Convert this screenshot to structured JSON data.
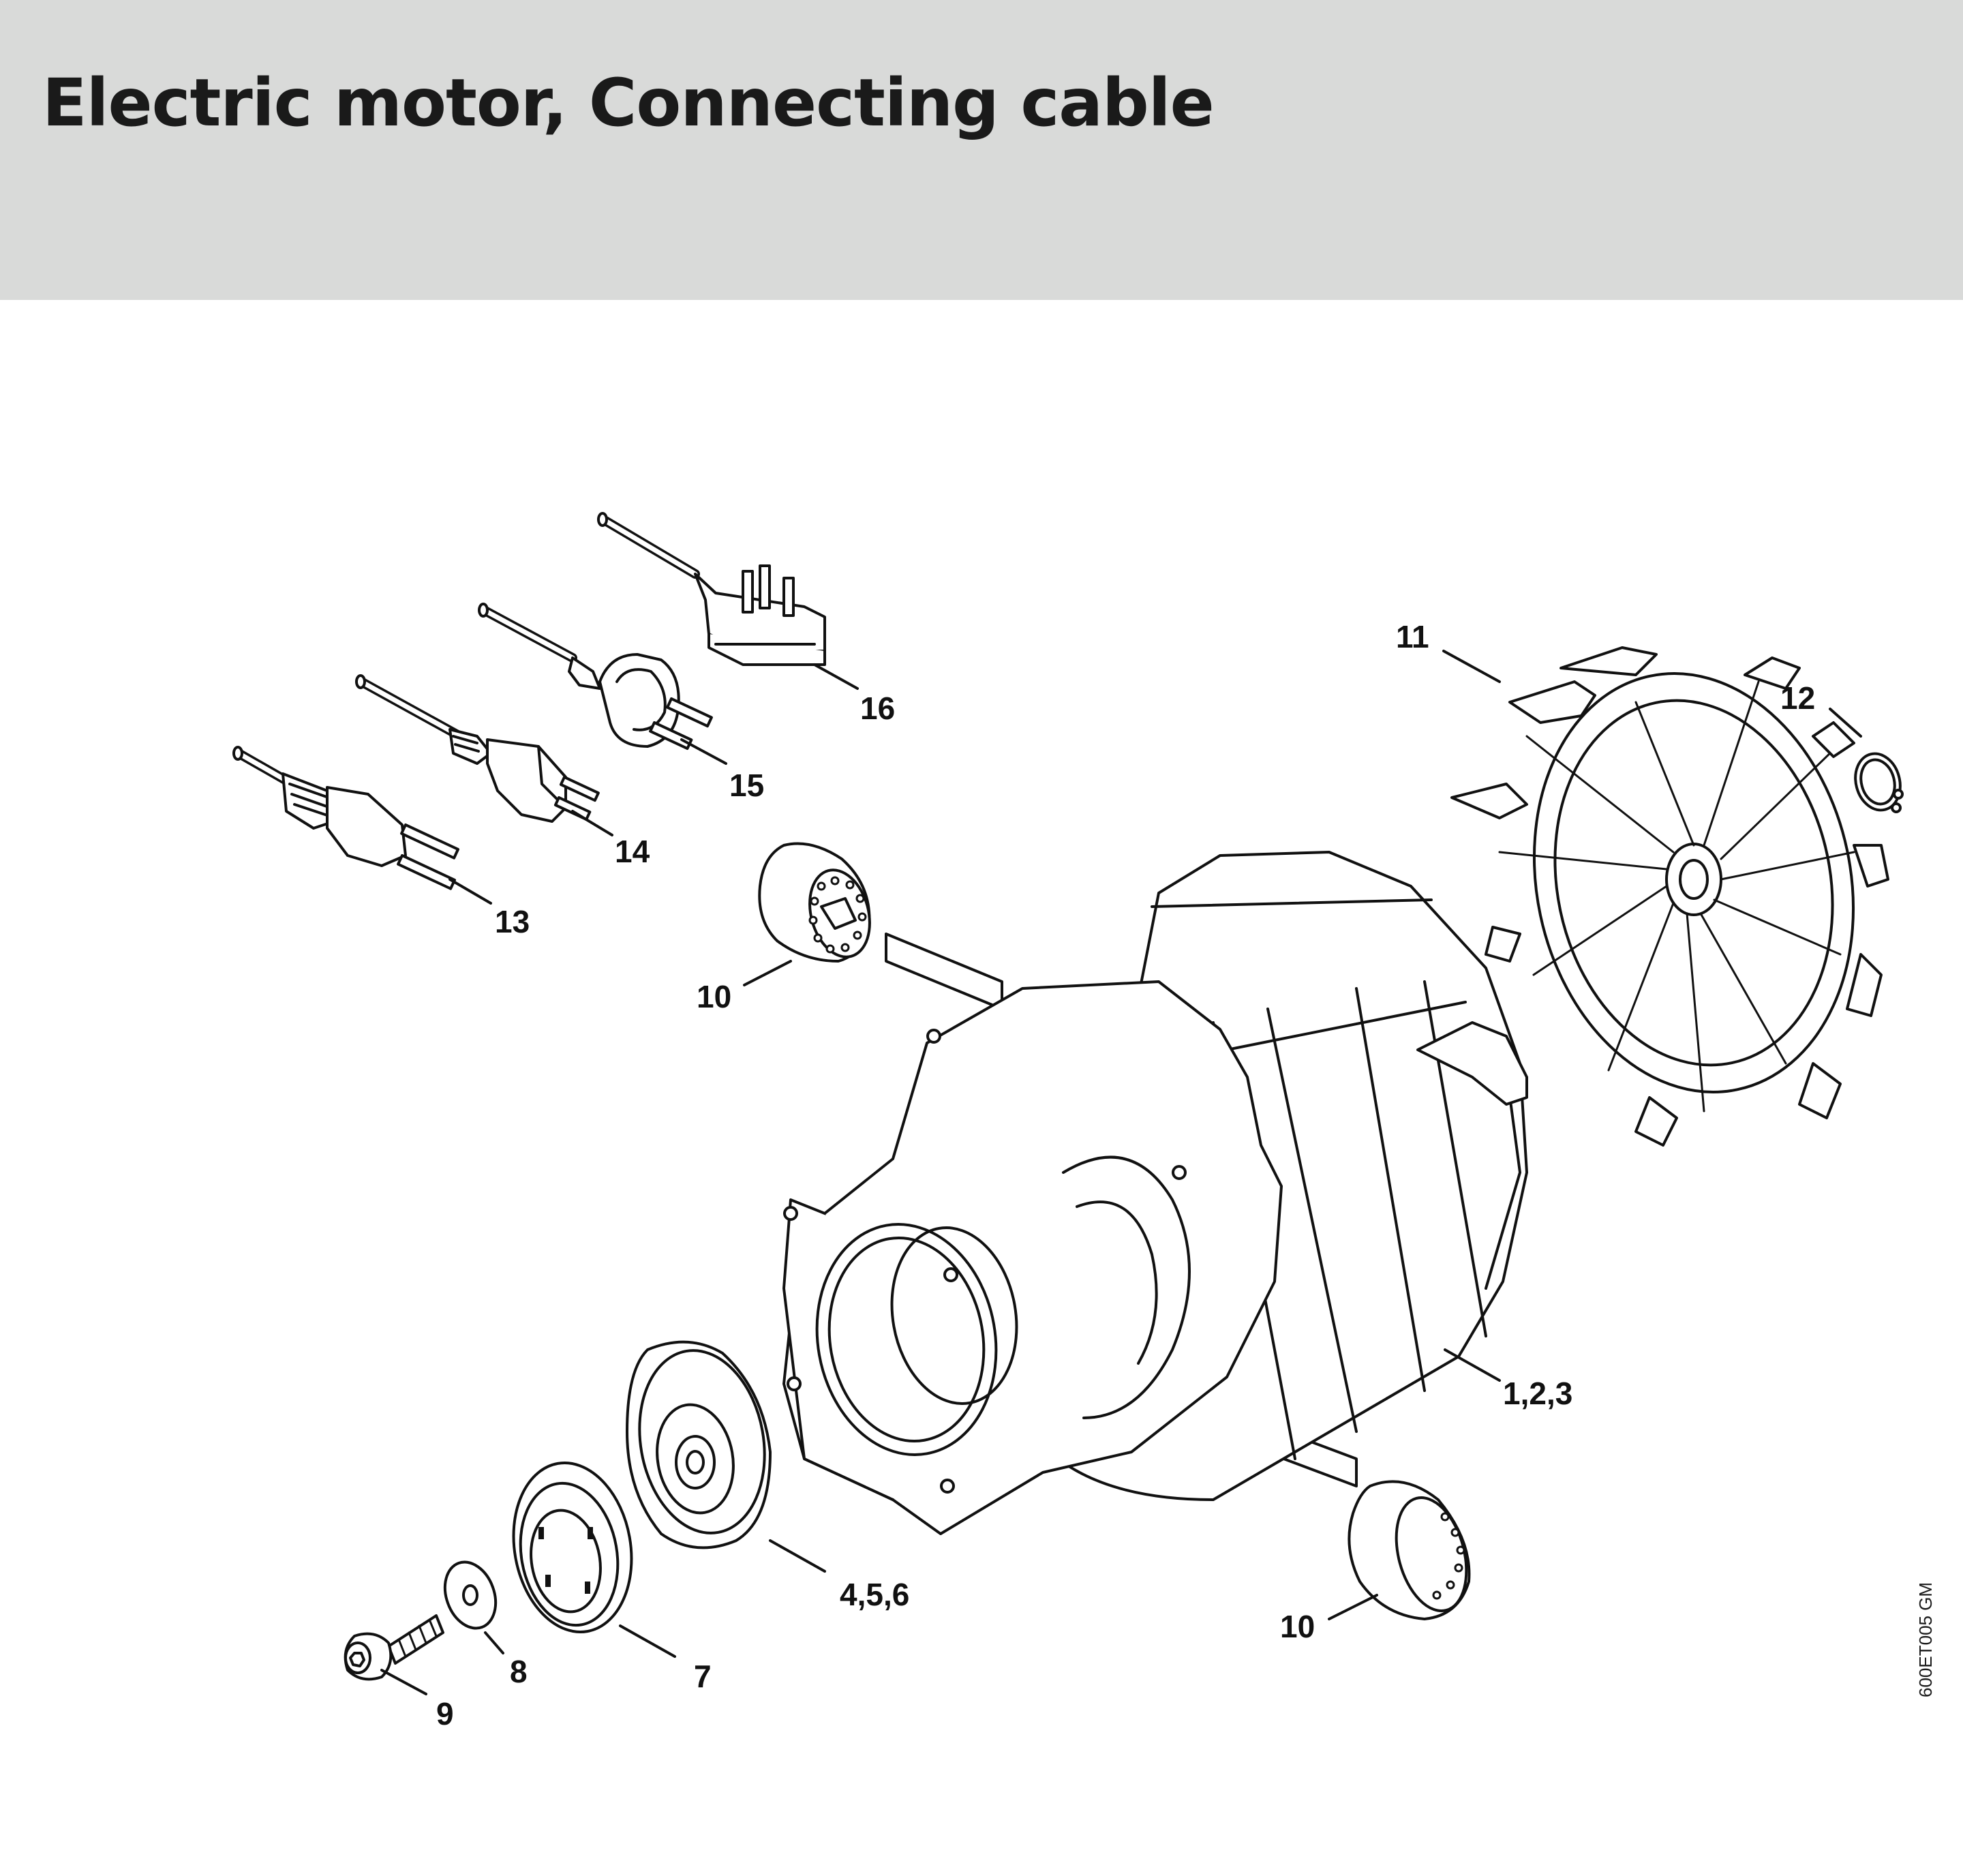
{
  "header": {
    "title": "Electric motor, Connecting cable"
  },
  "diagram": {
    "reference_code": "600ET005 GM",
    "callouts": [
      {
        "id": "c16",
        "label": "16",
        "part": "cable-plug-3pin"
      },
      {
        "id": "c15",
        "label": "15",
        "part": "cable-plug-schuko"
      },
      {
        "id": "c14",
        "label": "14",
        "part": "cable-plug-us-grounded"
      },
      {
        "id": "c13",
        "label": "13",
        "part": "cable-plug-2pin"
      },
      {
        "id": "c10a",
        "label": "10",
        "part": "carbon-brush-cap-top"
      },
      {
        "id": "c11",
        "label": "11",
        "part": "fan-wheel"
      },
      {
        "id": "c12",
        "label": "12",
        "part": "circlip"
      },
      {
        "id": "c123",
        "label": "1,2,3",
        "part": "motor-housing"
      },
      {
        "id": "c456",
        "label": "4,5,6",
        "part": "bearing-cover"
      },
      {
        "id": "c7",
        "label": "7",
        "part": "ball-bearing"
      },
      {
        "id": "c8",
        "label": "8",
        "part": "washer"
      },
      {
        "id": "c9",
        "label": "9",
        "part": "screw"
      },
      {
        "id": "c10b",
        "label": "10",
        "part": "carbon-brush-cap-bottom"
      }
    ]
  }
}
